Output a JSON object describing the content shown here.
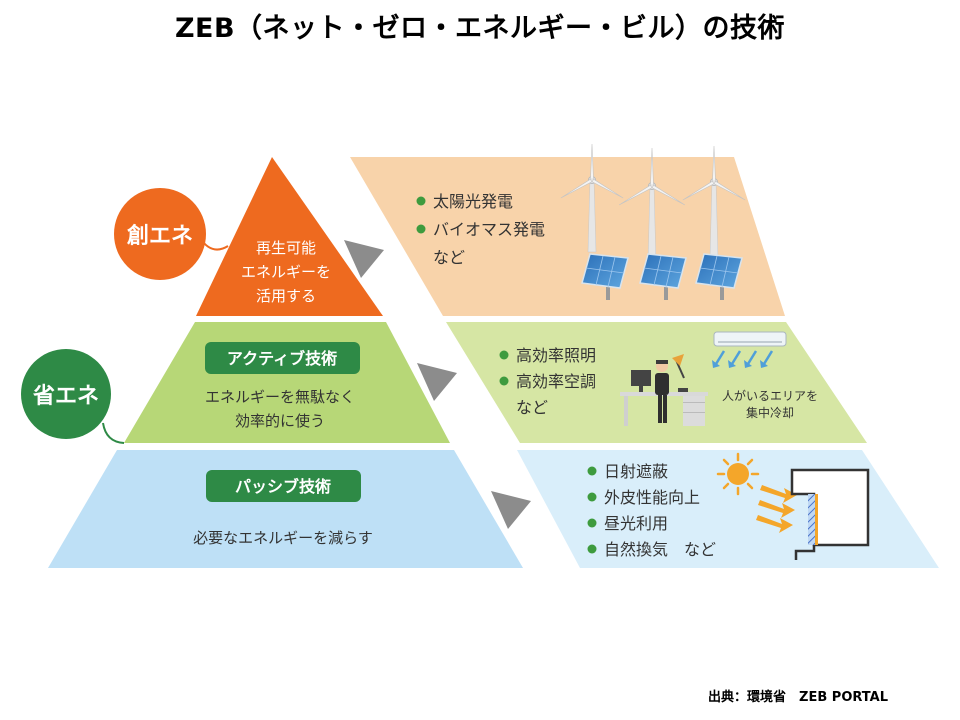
{
  "title": "ZEB（ネット・ゼロ・エネルギー・ビル）の技術",
  "source": "出典：環境省　ZEB PORTAL",
  "colors": {
    "orange": "#EE6A1F",
    "peach": "#F8D3AA",
    "green_light": "#B7D777",
    "green_pale": "#D6E6A4",
    "green_dark": "#2E8A46",
    "blue_light": "#BEE0F6",
    "blue_pale": "#D9EEFA",
    "arrow": "#8C8C8C"
  },
  "create": {
    "badge": "創エネ",
    "lines": [
      "再生可能",
      "エネルギーを",
      "活用する"
    ],
    "bullets": [
      "太陽光発電",
      "バイオマス発電"
    ],
    "tail": "など"
  },
  "save": {
    "badge": "省エネ"
  },
  "active": {
    "label": "アクティブ技術",
    "lines": [
      "エネルギーを無駄なく",
      "効率的に使う"
    ],
    "bullets": [
      "高効率照明",
      "高効率空調"
    ],
    "tail": "など",
    "note": [
      "人がいるエリアを",
      "集中冷却"
    ]
  },
  "passive": {
    "label": "パッシブ技術",
    "line": "必要なエネルギーを減らす",
    "bullets": [
      "日射遮蔽",
      "外皮性能向上",
      "昼光利用",
      "自然換気　など"
    ]
  }
}
